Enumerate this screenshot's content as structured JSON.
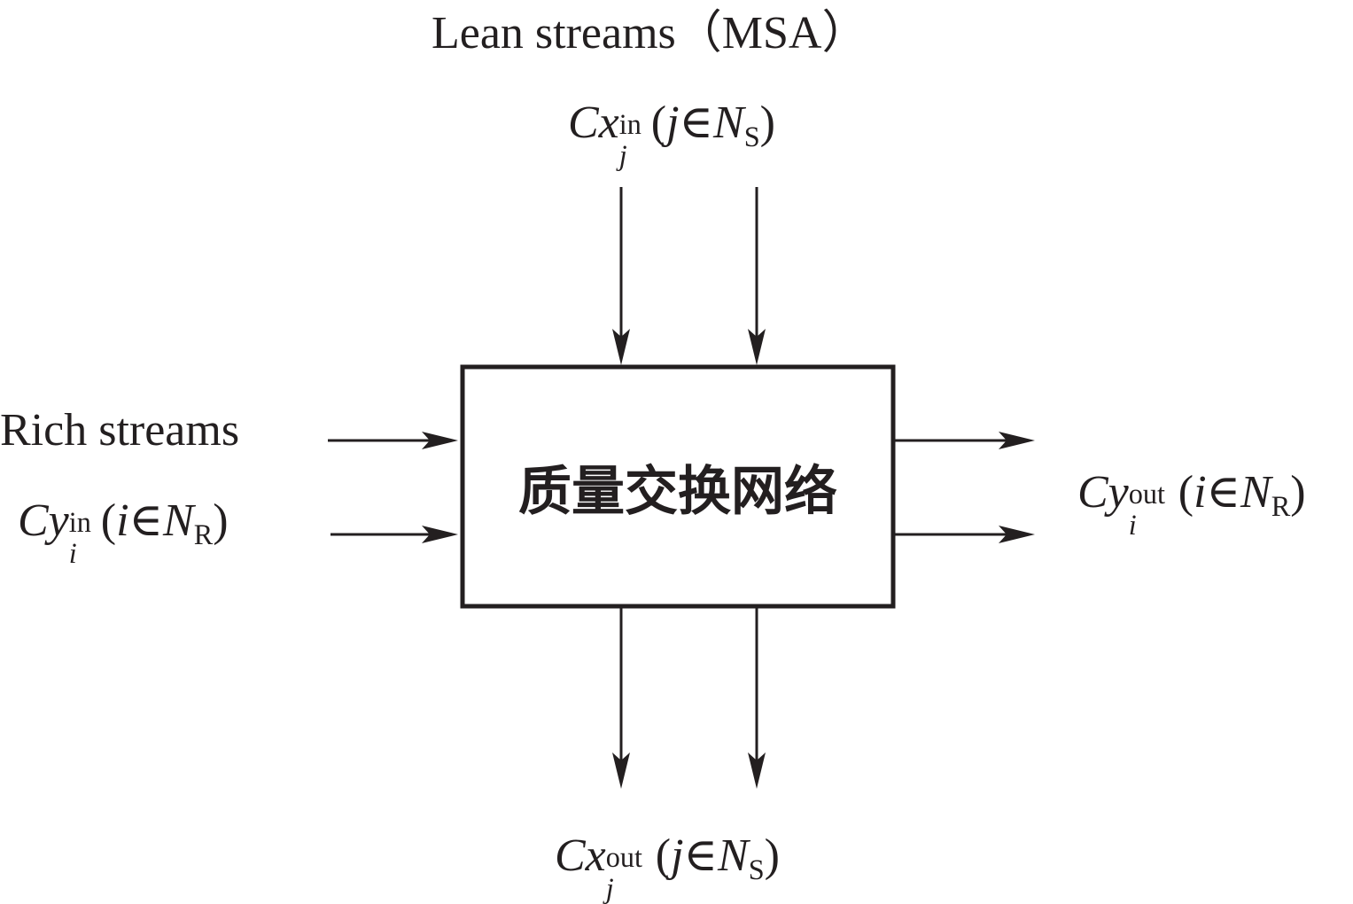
{
  "diagram": {
    "title": "Lean streams（MSA）",
    "box_label": "质量交换网络",
    "rich_label": "Rich streams",
    "stroke_color": "#231f20",
    "background": "#ffffff",
    "lean_in": {
      "base": "Cx",
      "sup": "in",
      "sub": "j",
      "open": "(",
      "index": "j",
      "member": "∈",
      "set": "N",
      "set_sub": "S",
      "close": ")"
    },
    "rich_in": {
      "base": "Cy",
      "sup": "in",
      "sub": "i",
      "open": "(",
      "index": "i",
      "member": "∈",
      "set": "N",
      "set_sub": "R",
      "close": ")"
    },
    "rich_out": {
      "base": "Cy",
      "sup": "out",
      "sub": "i",
      "open": "(",
      "index": "i",
      "member": "∈",
      "set": "N",
      "set_sub": "R",
      "close": ")"
    },
    "lean_out": {
      "base": "Cx",
      "sup": "out",
      "sub": "j",
      "open": "(",
      "index": "j",
      "member": "∈",
      "set": "N",
      "set_sub": "S",
      "close": ")"
    },
    "arrows": [
      {
        "name": "lean-in-arrow-1",
        "direction": "down",
        "role": "lean stream inlet"
      },
      {
        "name": "lean-in-arrow-2",
        "direction": "down",
        "role": "lean stream inlet"
      },
      {
        "name": "rich-in-arrow-1",
        "direction": "right",
        "role": "rich stream inlet"
      },
      {
        "name": "rich-in-arrow-2",
        "direction": "right",
        "role": "rich stream inlet"
      },
      {
        "name": "rich-out-arrow-1",
        "direction": "right",
        "role": "rich stream outlet"
      },
      {
        "name": "rich-out-arrow-2",
        "direction": "right",
        "role": "rich stream outlet"
      },
      {
        "name": "lean-out-arrow-1",
        "direction": "down",
        "role": "lean stream outlet"
      },
      {
        "name": "lean-out-arrow-2",
        "direction": "down",
        "role": "lean stream outlet"
      }
    ]
  }
}
